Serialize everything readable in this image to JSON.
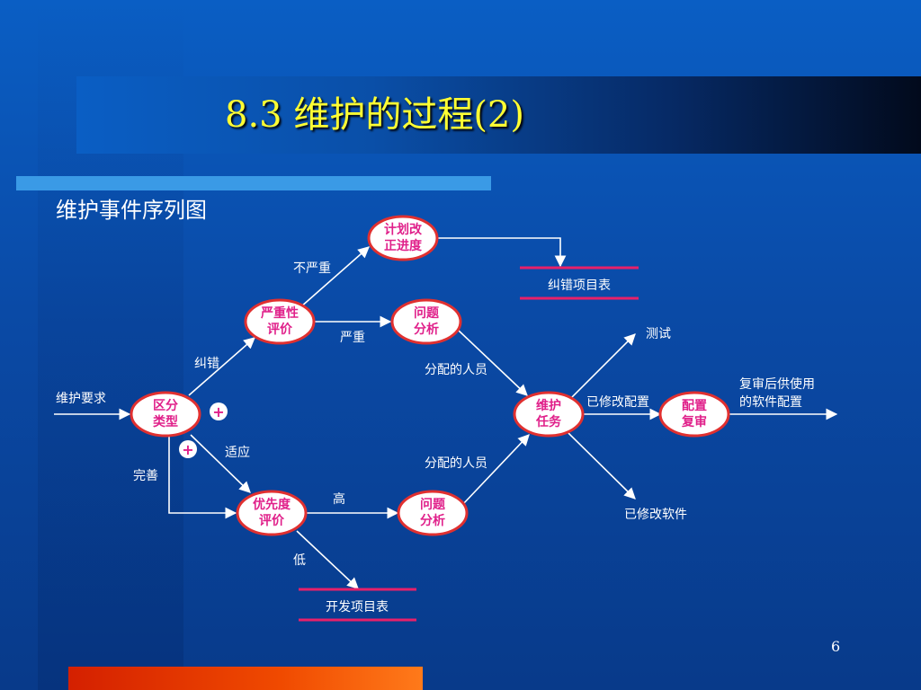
{
  "slide": {
    "title": "8.3  维护的过程(2)",
    "subtitle": "维护事件序列图",
    "page_number": "6"
  },
  "nodes": {
    "classify": [
      "区分",
      "类型"
    ],
    "severity": [
      "严重性",
      "评价"
    ],
    "plan": [
      "计划改",
      "正进度"
    ],
    "analysis_top": [
      "问题",
      "分析"
    ],
    "priority": [
      "优先度",
      "评价"
    ],
    "analysis_bottom": [
      "问题",
      "分析"
    ],
    "maintain": [
      "维护",
      "任务"
    ],
    "config_review": [
      "配置",
      "复审"
    ]
  },
  "boxes": {
    "fix_list": "纠错项目表",
    "dev_list": "开发项目表"
  },
  "labels": {
    "request": "维护要求",
    "correct": "纠错",
    "not_severe": "不严重",
    "severe": "严重",
    "assigned_top": "分配的人员",
    "adapt": "适应",
    "perfect": "完善",
    "high": "高",
    "low": "低",
    "assigned_bottom": "分配的人员",
    "test": "测试",
    "modified_config": "已修改配置",
    "modified_software": "已修改软件",
    "output_line1": "复审后供使用",
    "output_line2": "的软件配置"
  },
  "plus_marks": [
    "+",
    "+"
  ],
  "colors": {
    "title": "#ffff33",
    "node_fill": "#ffffff",
    "node_border": "#e03030",
    "node_text": "#e0208a",
    "list_line": "#e8206a",
    "accent_bar": "#3a9ae6"
  }
}
